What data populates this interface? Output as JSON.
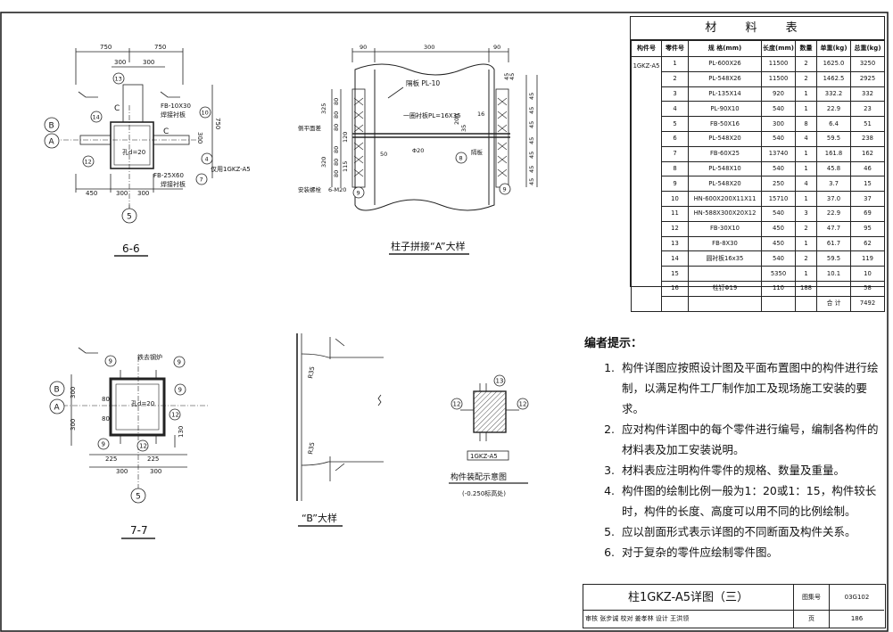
{
  "material_table": {
    "title": "材 料 表",
    "columns": [
      "构件号",
      "零件号",
      "规 格(mm)",
      "长度(mm)",
      "数量",
      "单重(kg)",
      "总重(kg)"
    ],
    "component": "1GKZ-A5",
    "rows": [
      [
        "1",
        "PL-600X26",
        "11500",
        "2",
        "1625.0",
        "3250"
      ],
      [
        "2",
        "PL-548X26",
        "11500",
        "2",
        "1462.5",
        "2925"
      ],
      [
        "3",
        "PL-135X14",
        "920",
        "1",
        "332.2",
        "332"
      ],
      [
        "4",
        "PL-90X10",
        "540",
        "1",
        "22.9",
        "23"
      ],
      [
        "5",
        "FB-50X16",
        "300",
        "8",
        "6.4",
        "51"
      ],
      [
        "6",
        "PL-548X20",
        "540",
        "4",
        "59.5",
        "238"
      ],
      [
        "7",
        "FB-60X25",
        "13740",
        "1",
        "161.8",
        "162"
      ],
      [
        "8",
        "PL-548X10",
        "540",
        "1",
        "45.8",
        "46"
      ],
      [
        "9",
        "PL-548X20",
        "250",
        "4",
        "3.7",
        "15"
      ],
      [
        "10",
        "HN-600X200X11X11",
        "15710",
        "1",
        "37.0",
        "37"
      ],
      [
        "11",
        "HN-588X300X20X12",
        "540",
        "3",
        "22.9",
        "69"
      ],
      [
        "12",
        "FB-30X10",
        "450",
        "2",
        "47.7",
        "95"
      ],
      [
        "13",
        "FB-8X30",
        "450",
        "1",
        "61.7",
        "62"
      ],
      [
        "14",
        "圆衬板16x35",
        "540",
        "2",
        "59.5",
        "119"
      ],
      [
        "15",
        "",
        "5350",
        "1",
        "10.1",
        "10"
      ],
      [
        "16",
        "栓钉Φ19",
        "110",
        "188",
        "",
        "58"
      ]
    ],
    "total_label": "合 计",
    "total_value": "7492"
  },
  "notes": {
    "heading": "编者提示：",
    "items": [
      "构件详图应按照设计图及平面布置图中的构件进行绘制，以满足构件工厂制作加工及现场施工安装的要求。",
      "应对构件详图中的每个零件进行编号，编制各构件的材料表及加工安装说明。",
      "材料表应注明构件零件的规格、数量及重量。",
      "构件图的绘制比例一般为1：20或1：15，构件较长时，构件的长度、高度可以用不同的比例绘制。",
      "应以剖面形式表示详图的不同断面及构件关系。",
      "对于复杂的零件应绘制零件图。"
    ]
  },
  "title_block": {
    "title": "柱1GKZ-A5详图（三）",
    "atlas_label": "图集号",
    "atlas_no": "03G102",
    "review_line": "审核 张步诚 校对 姜孝林 设计 王洪领",
    "page_label": "页",
    "page_no": "186"
  },
  "drawings": {
    "section_66": {
      "label": "6-6",
      "dims_top": [
        "750",
        "750"
      ],
      "dims_mid": [
        "300",
        "300"
      ],
      "dims_bottom": [
        "450",
        "300",
        "300"
      ],
      "dims_right": [
        "750",
        "300"
      ],
      "annotations": [
        "FB-10X30",
        "焊接衬板",
        "孔d=20",
        "FB-25X60",
        "焊接衬板",
        "仅用1GKZ-A5",
        "C",
        "C"
      ],
      "part_marks": [
        "13",
        "14",
        "10",
        "12",
        "7",
        "4"
      ],
      "axis_b": "B",
      "axis_a": "A",
      "axis_5": "5"
    },
    "splice_a": {
      "label": "柱子拼接“A”大样",
      "dims_top": [
        "90",
        "300",
        "90"
      ],
      "dims_left": [
        "325",
        "80",
        "80",
        "80",
        "120",
        "80",
        "80",
        "80",
        "115",
        "320"
      ],
      "dims_right": [
        "45",
        "45",
        "45",
        "45",
        "45",
        "45",
        "45",
        "45",
        "45"
      ],
      "annotations": [
        "隔板 PL-10",
        "一圈衬板PL=16X35",
        "16",
        "35",
        "200",
        "侧平面差",
        "Φ20",
        "50",
        "安装螺栓",
        "6-M20",
        "隔板"
      ],
      "part_marks": [
        "8",
        "9",
        "9"
      ]
    },
    "section_77": {
      "label": "7-7",
      "dims_bottom": [
        "225",
        "225",
        "300",
        "300"
      ],
      "dims_left": [
        "300",
        "80",
        "80",
        "300"
      ],
      "dims_right": [
        "130"
      ],
      "annotations": [
        "铁去钢炉",
        "孔d=20"
      ],
      "part_marks": [
        "9",
        "9",
        "9",
        "9",
        "12",
        "12"
      ],
      "axis_b": "B",
      "axis_a": "A",
      "axis_5": "5"
    },
    "detail_b": {
      "label": "“B”大样",
      "radii": [
        "R35",
        "R35"
      ]
    },
    "assembly": {
      "label": "构件装配示意图",
      "sub": "(-0.250标高处)",
      "tag": "1GKZ-A5",
      "part_marks": [
        "13",
        "12",
        "12"
      ]
    }
  }
}
